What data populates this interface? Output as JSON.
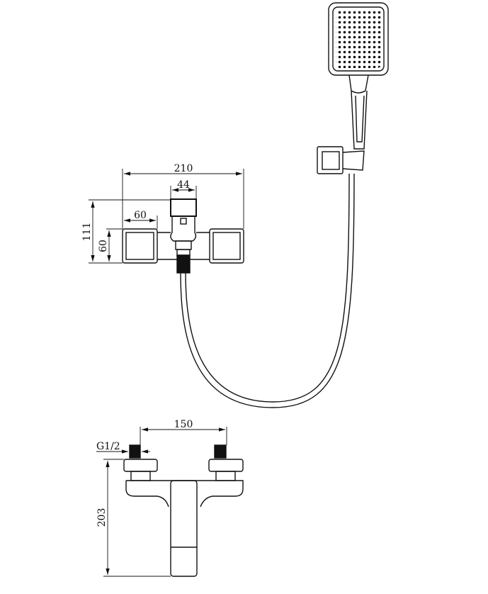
{
  "dimensions": {
    "top_width": "210",
    "top_center_width": "44",
    "top_plate_width": "60",
    "top_height": "111",
    "top_plate_height": "60",
    "bottom_inlet_spacing": "150",
    "bottom_thread": "G1/2",
    "bottom_height": "203"
  },
  "colors": {
    "line": "#111111",
    "background": "#ffffff"
  }
}
